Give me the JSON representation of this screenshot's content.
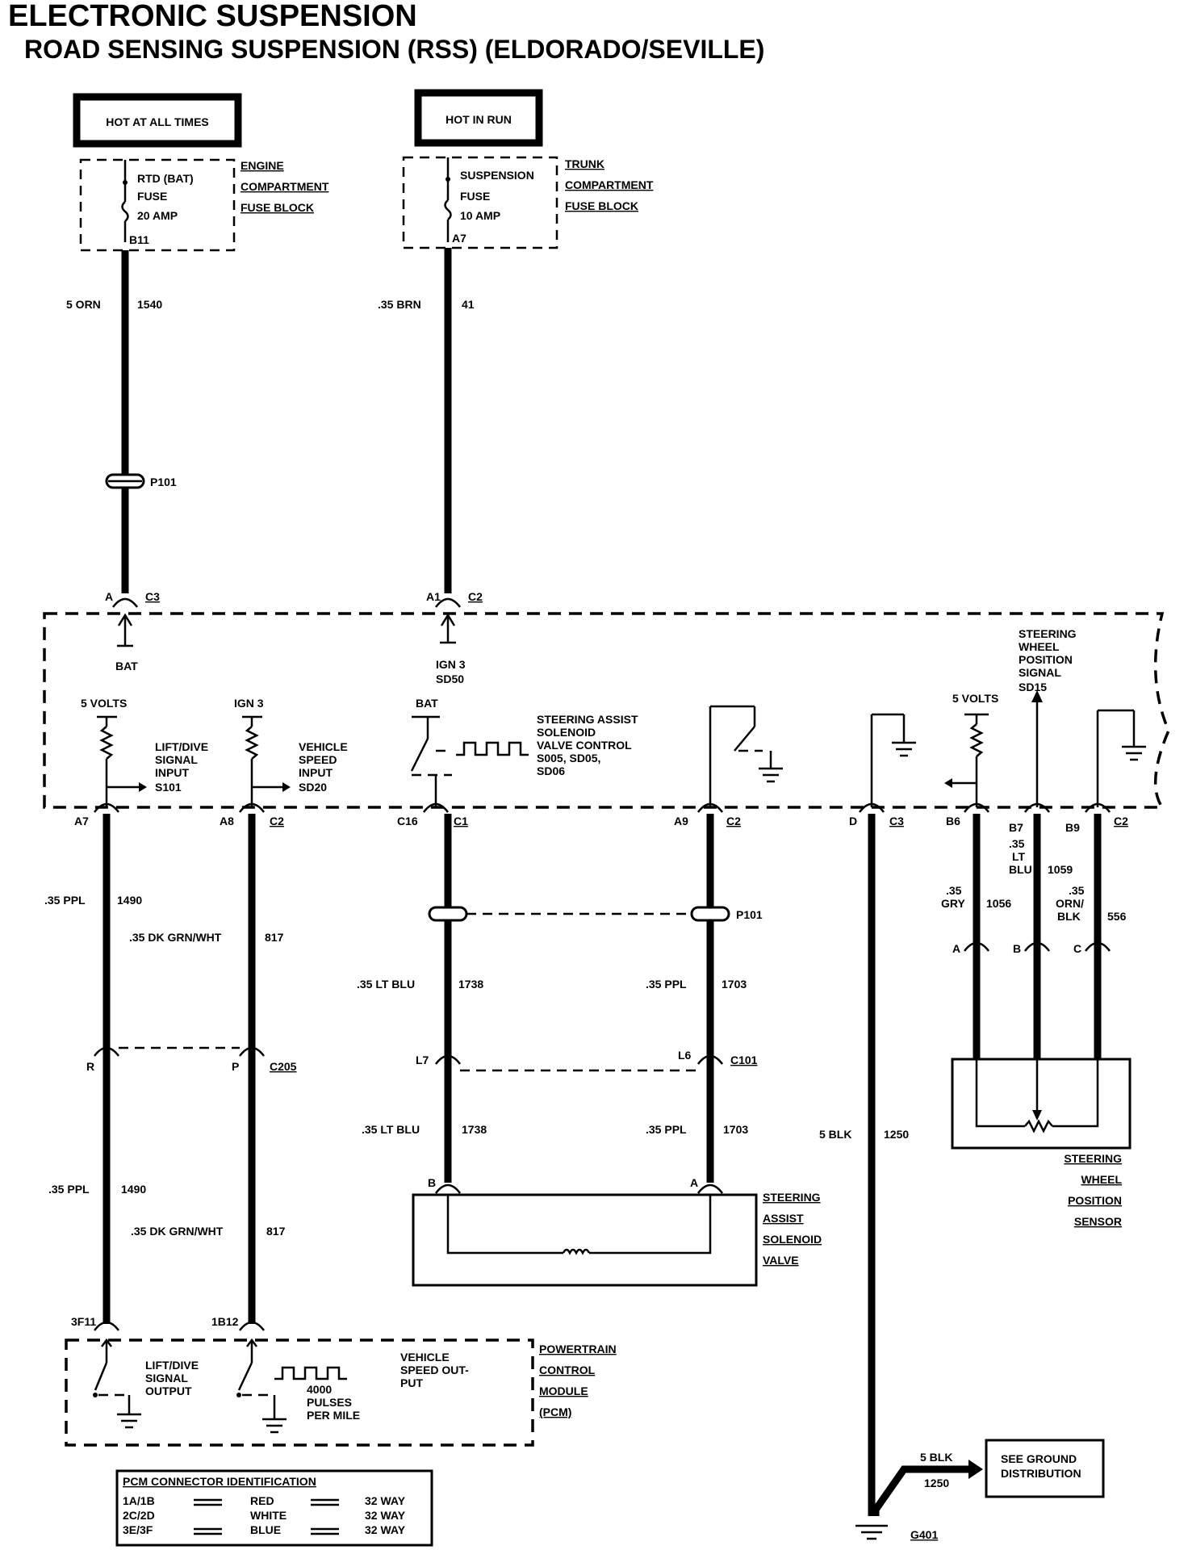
{
  "title": "ELECTRONIC SUSPENSION",
  "subtitle": "ROAD SENSING SUSPENSION (RSS) (ELDORADO/SEVILLE)",
  "power": {
    "hot_at_all_times": "HOT AT ALL TIMES",
    "hot_in_run": "HOT IN RUN",
    "fuse1": {
      "name": "RTD (BAT)",
      "type": "FUSE",
      "rating": "20 AMP",
      "terminal": "B11"
    },
    "fuse2": {
      "name": "SUSPENSION",
      "type": "FUSE",
      "rating": "10 AMP",
      "terminal": "A7"
    },
    "block1": [
      "ENGINE",
      "COMPARTMENT",
      "FUSE BLOCK"
    ],
    "block2": [
      "TRUNK",
      "COMPARTMENT",
      "FUSE BLOCK"
    ]
  },
  "wires": {
    "w1540": {
      "gauge": "5 ORN",
      "circuit": "1540"
    },
    "w41": {
      "gauge": ".35 BRN",
      "circuit": "41"
    },
    "w1490_top": {
      "gauge": ".35 PPL",
      "circuit": "1490"
    },
    "w817_top": {
      "gauge": ".35 DK GRN/WHT",
      "circuit": "817"
    },
    "w1738_top": {
      "gauge": ".35 LT BLU",
      "circuit": "1738"
    },
    "w1703_top": {
      "gauge": ".35 PPL",
      "circuit": "1703"
    },
    "w1738_bot": {
      "gauge": ".35 LT BLU",
      "circuit": "1738"
    },
    "w1703_bot": {
      "gauge": ".35 PPL",
      "circuit": "1703"
    },
    "w1490_bot": {
      "gauge": ".35 PPL",
      "circuit": "1490"
    },
    "w817_bot": {
      "gauge": ".35 DK GRN/WHT",
      "circuit": "817"
    },
    "w1250": {
      "gauge": "5 BLK",
      "circuit": "1250"
    },
    "w1250_g": {
      "gauge": "5 BLK",
      "circuit": "1250"
    },
    "w1056": {
      "gauge": [
        ".35",
        "GRY"
      ],
      "circuit": "1056"
    },
    "w1059": {
      "gauge": [
        ".35",
        "LT",
        "BLU"
      ],
      "circuit": "1059"
    },
    "w556": {
      "gauge": [
        ".35",
        "ORN/",
        "BLK"
      ],
      "circuit": "556"
    }
  },
  "connectors": {
    "p101": "P101",
    "c3_a": {
      "pin": "A",
      "conn": "C3"
    },
    "c2_a1": {
      "pin": "A1",
      "conn": "C2"
    },
    "a7": {
      "pin": "A7",
      "conn": "C2"
    },
    "a8": {
      "pin": "A8",
      "conn": "C2"
    },
    "c16": {
      "pin": "C16",
      "conn": "C1"
    },
    "a9": {
      "pin": "A9",
      "conn": "C2"
    },
    "d": {
      "pin": "D",
      "conn": "C3"
    },
    "b6": {
      "pin": "B6"
    },
    "b7": {
      "pin": "B7"
    },
    "b9": {
      "pin": "B9",
      "conn": "C2"
    },
    "p101_2": "P101",
    "c205": {
      "pin_r": "R",
      "pin_p": "P",
      "conn": "C205"
    },
    "c101": {
      "pin_l7": "L7",
      "pin_l6": "L6",
      "conn": "C101"
    },
    "sens_a": "A",
    "sens_b": "B",
    "sens_c": "C",
    "valve_b": "B",
    "valve_a": "A",
    "pcm_1": "3F11",
    "pcm_2": "1B12"
  },
  "module": {
    "bat": "BAT",
    "ign3": [
      "IGN 3",
      "SD50"
    ],
    "five_volts": "5 VOLTS",
    "ign3_b": "IGN 3",
    "bat2": "BAT",
    "five_volts_2": "5 VOLTS",
    "lift_dive": [
      "LIFT/DIVE",
      "SIGNAL",
      "INPUT",
      "S101"
    ],
    "vehicle_speed": [
      "VEHICLE",
      "SPEED",
      "INPUT",
      "SD20"
    ],
    "steering_assist": [
      "STEERING ASSIST",
      "SOLENOID",
      "VALVE CONTROL",
      "S005, SD05,",
      "SD06"
    ],
    "steering_wheel_pos": [
      "STEERING",
      "WHEEL",
      "POSITION",
      "SIGNAL",
      "SD15"
    ]
  },
  "components": {
    "valve": [
      "STEERING",
      "ASSIST",
      "SOLENOID",
      "VALVE"
    ],
    "sensor": [
      "STEERING",
      "WHEEL",
      "POSITION",
      "SENSOR"
    ],
    "pcm": [
      "POWERTRAIN",
      "CONTROL",
      "MODULE",
      "(PCM)"
    ],
    "pcm_lift": [
      "LIFT/DIVE",
      "SIGNAL",
      "OUTPUT"
    ],
    "pcm_speed": [
      "VEHICLE",
      "SPEED OUT-",
      "PUT"
    ],
    "pcm_pulses": [
      "4000",
      "PULSES",
      "PER MILE"
    ],
    "ground_dist": [
      "SEE GROUND",
      "DISTRIBUTION"
    ],
    "ground": "G401"
  },
  "pcm_table": {
    "header": "PCM CONNECTOR IDENTIFICATION",
    "rows": [
      {
        "id": "1A/1B",
        "color": "RED",
        "ways": "32 WAY"
      },
      {
        "id": "2C/2D",
        "color": "WHITE",
        "ways": "32 WAY"
      },
      {
        "id": "3E/3F",
        "color": "BLUE",
        "ways": "32 WAY"
      }
    ]
  }
}
